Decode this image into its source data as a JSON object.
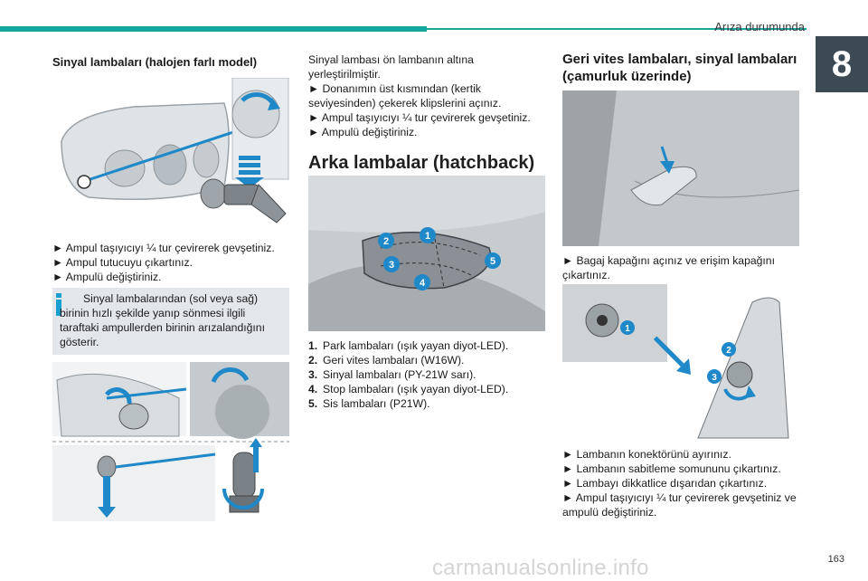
{
  "header": {
    "section_title": "Arıza durumunda",
    "chapter_number": "8"
  },
  "page_number": "163",
  "watermark": "carmanualsonline.info",
  "col1": {
    "heading": "Sinyal lambaları (halojen farlı model)",
    "steps": [
      "► Ampul taşıyıcıyı ¼ tur çevirerek gevşetiniz.",
      "► Ampul tutucuyu çıkartınız.",
      "► Ampulü değiştiriniz."
    ],
    "note": "Sinyal lambalarından (sol veya sağ) birinin hızlı şekilde yanıp sönmesi ilgili taraftaki ampullerden birinin arızalandığını gösterir."
  },
  "col2": {
    "intro_line1": "Sinyal lambası ön lambanın altına",
    "intro_line2": "yerleştirilmiştir.",
    "steps": [
      "► Donanımın üst kısmından (kertik seviyesinden) çekerek klipslerini açınız.",
      "► Ampul taşıyıcıyı ¼ tur çevirerek gevşetiniz.",
      "► Ampulü değiştiriniz."
    ],
    "section_title": "Arka lambalar (hatchback)",
    "callouts": [
      "1",
      "2",
      "3",
      "4",
      "5"
    ],
    "items": [
      {
        "num": "1.",
        "text": "Park lambaları (ışık yayan diyot-LED)."
      },
      {
        "num": "2.",
        "text": "Geri vites lambaları (W16W)."
      },
      {
        "num": "3.",
        "text": "Sinyal lambaları (PY-21W sarı)."
      },
      {
        "num": "4.",
        "text": "Stop lambaları (ışık yayan diyot-LED)."
      },
      {
        "num": "5.",
        "text": "Sis lambaları (P21W)."
      }
    ]
  },
  "col3": {
    "heading": "Geri vites lambaları, sinyal lambaları (çamurluk üzerinde)",
    "step1": "► Bagaj kapağını açınız ve erişim kapağını çıkartınız.",
    "fig_callouts": [
      "2",
      "3"
    ],
    "steps": [
      "► Lambanın konektörünü ayırınız.",
      "► Lambanın sabitleme somununu çıkartınız.",
      "► Lambayı dikkatlice dışarıdan çıkartınız.",
      "► Ampul taşıyıcıyı ¼ tur çevirerek gevşetiniz ve ampulü değiştiriniz."
    ]
  },
  "colors": {
    "accent": "#16a89e",
    "chapter_tab": "#3b4a54",
    "info": "#1aa0cf",
    "callout": "#1e88c9"
  },
  "icons": [
    "info-icon",
    "arrow-down-icon",
    "rotate-arrow-icon"
  ]
}
